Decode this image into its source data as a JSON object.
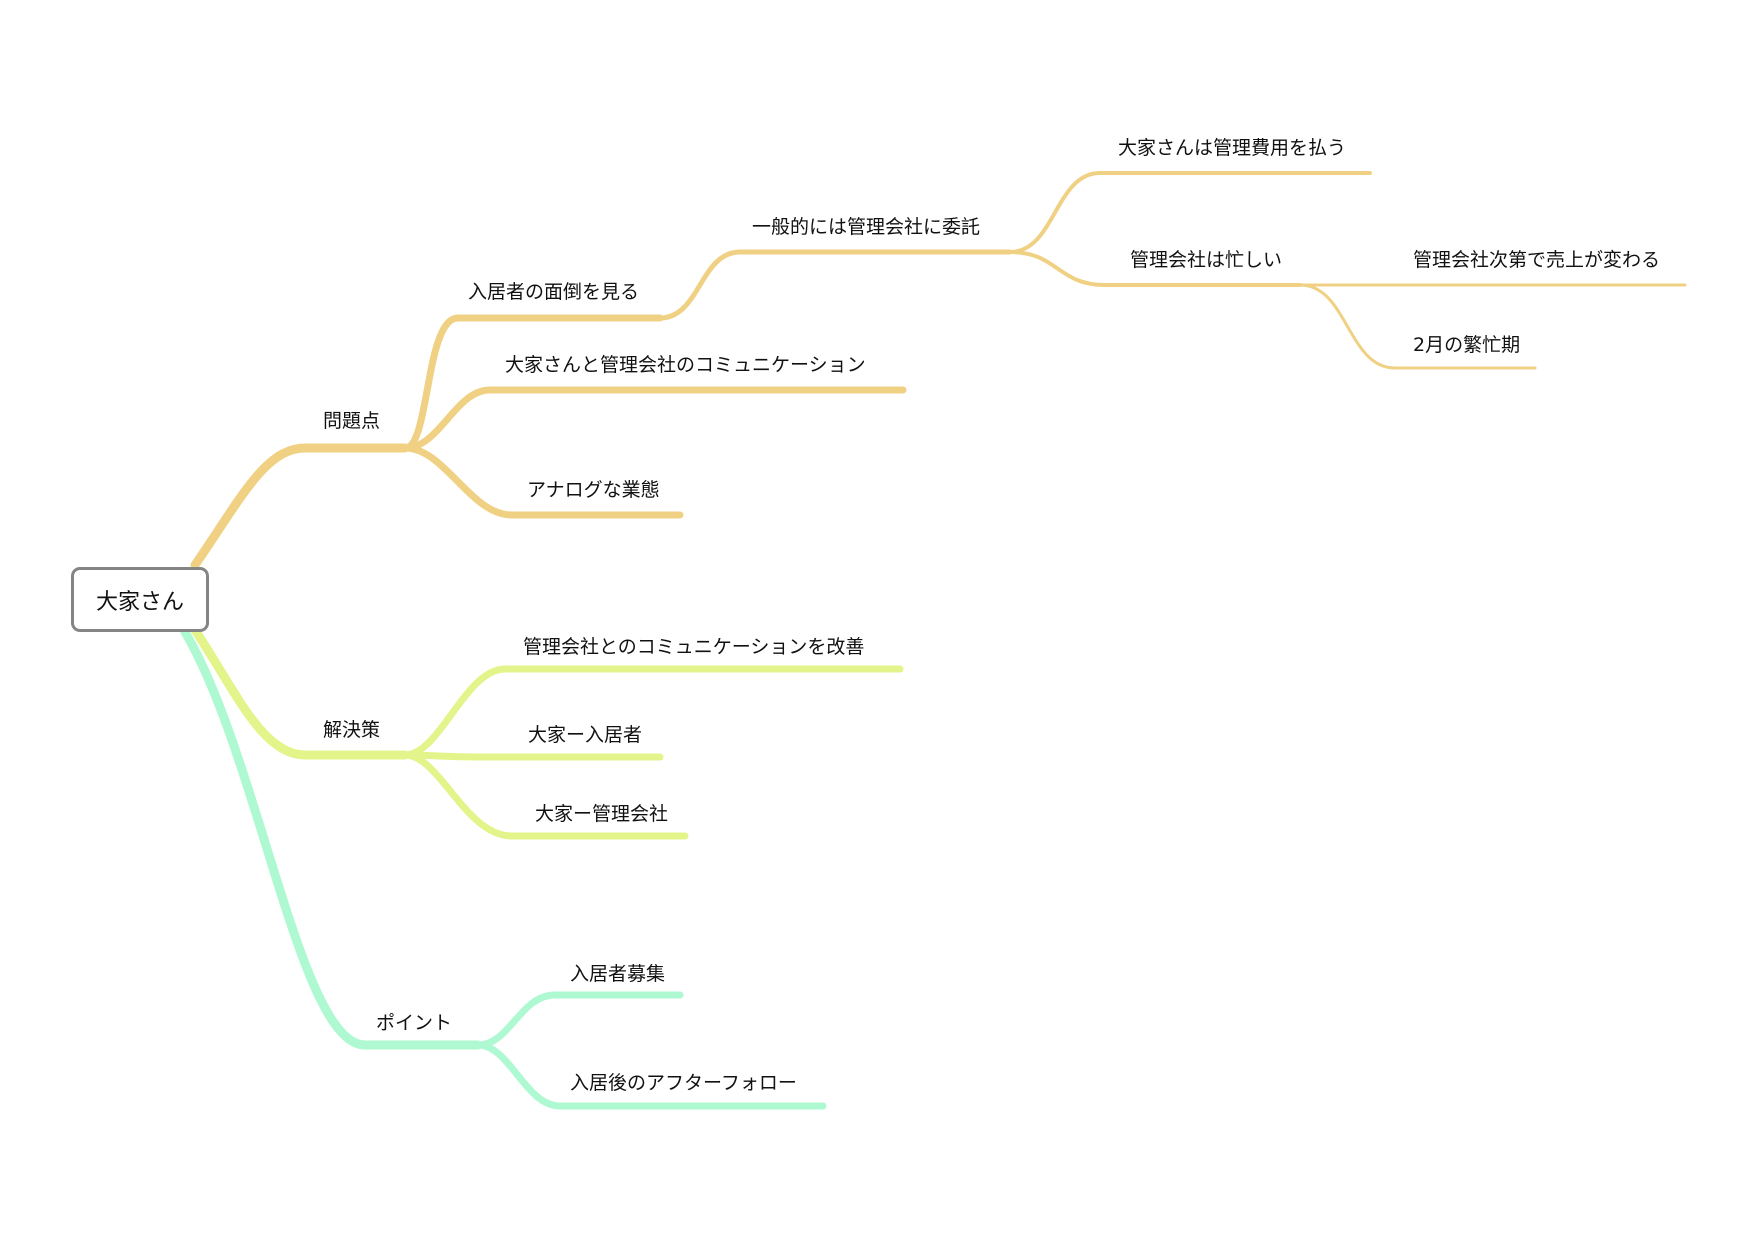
{
  "root": {
    "label": "大家さん"
  },
  "colors": {
    "problems": "#f0d184",
    "solutions": "#e2f48a",
    "points": "#aef9d2",
    "root_border": "#858585"
  },
  "branches": {
    "problems": {
      "label": "問題点",
      "care_of_tenants": "入居者の面倒を見る",
      "outsourced": "一般的には管理会社に委託",
      "owner_pays_fee": "大家さんは管理費用を払う",
      "company_busy": "管理会社は忙しい",
      "sales_depend": "管理会社次第で売上が変わる",
      "feb_busy": "2月の繁忙期",
      "communication": "大家さんと管理会社のコミュニケーション",
      "analog": "アナログな業態"
    },
    "solutions": {
      "label": "解決策",
      "improve_comm": "管理会社とのコミュニケーションを改善",
      "owner_tenant": "大家ー入居者",
      "owner_company": "大家ー管理会社"
    },
    "points": {
      "label": "ポイント",
      "recruit": "入居者募集",
      "aftercare": "入居後のアフターフォロー"
    }
  }
}
